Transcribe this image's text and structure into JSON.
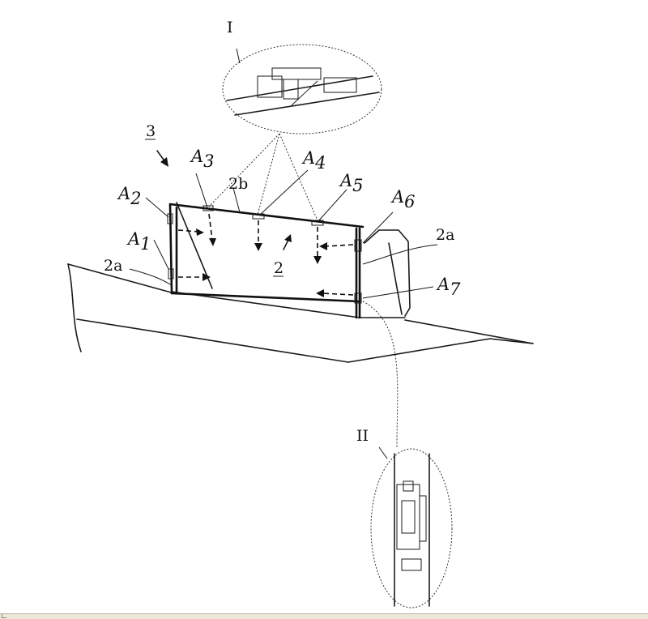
{
  "figure": {
    "assembly_label": "3",
    "panel_label": "2",
    "labels": {
      "top_rail": "2b",
      "left_edge": "2a",
      "right_edge": "2a",
      "detail_1": "I",
      "detail_2": "II"
    },
    "anchors": [
      {
        "letter": "A",
        "sub": "1"
      },
      {
        "letter": "A",
        "sub": "2"
      },
      {
        "letter": "A",
        "sub": "3"
      },
      {
        "letter": "A",
        "sub": "4"
      },
      {
        "letter": "A",
        "sub": "5"
      },
      {
        "letter": "A",
        "sub": "6"
      },
      {
        "letter": "A",
        "sub": "7"
      }
    ]
  }
}
